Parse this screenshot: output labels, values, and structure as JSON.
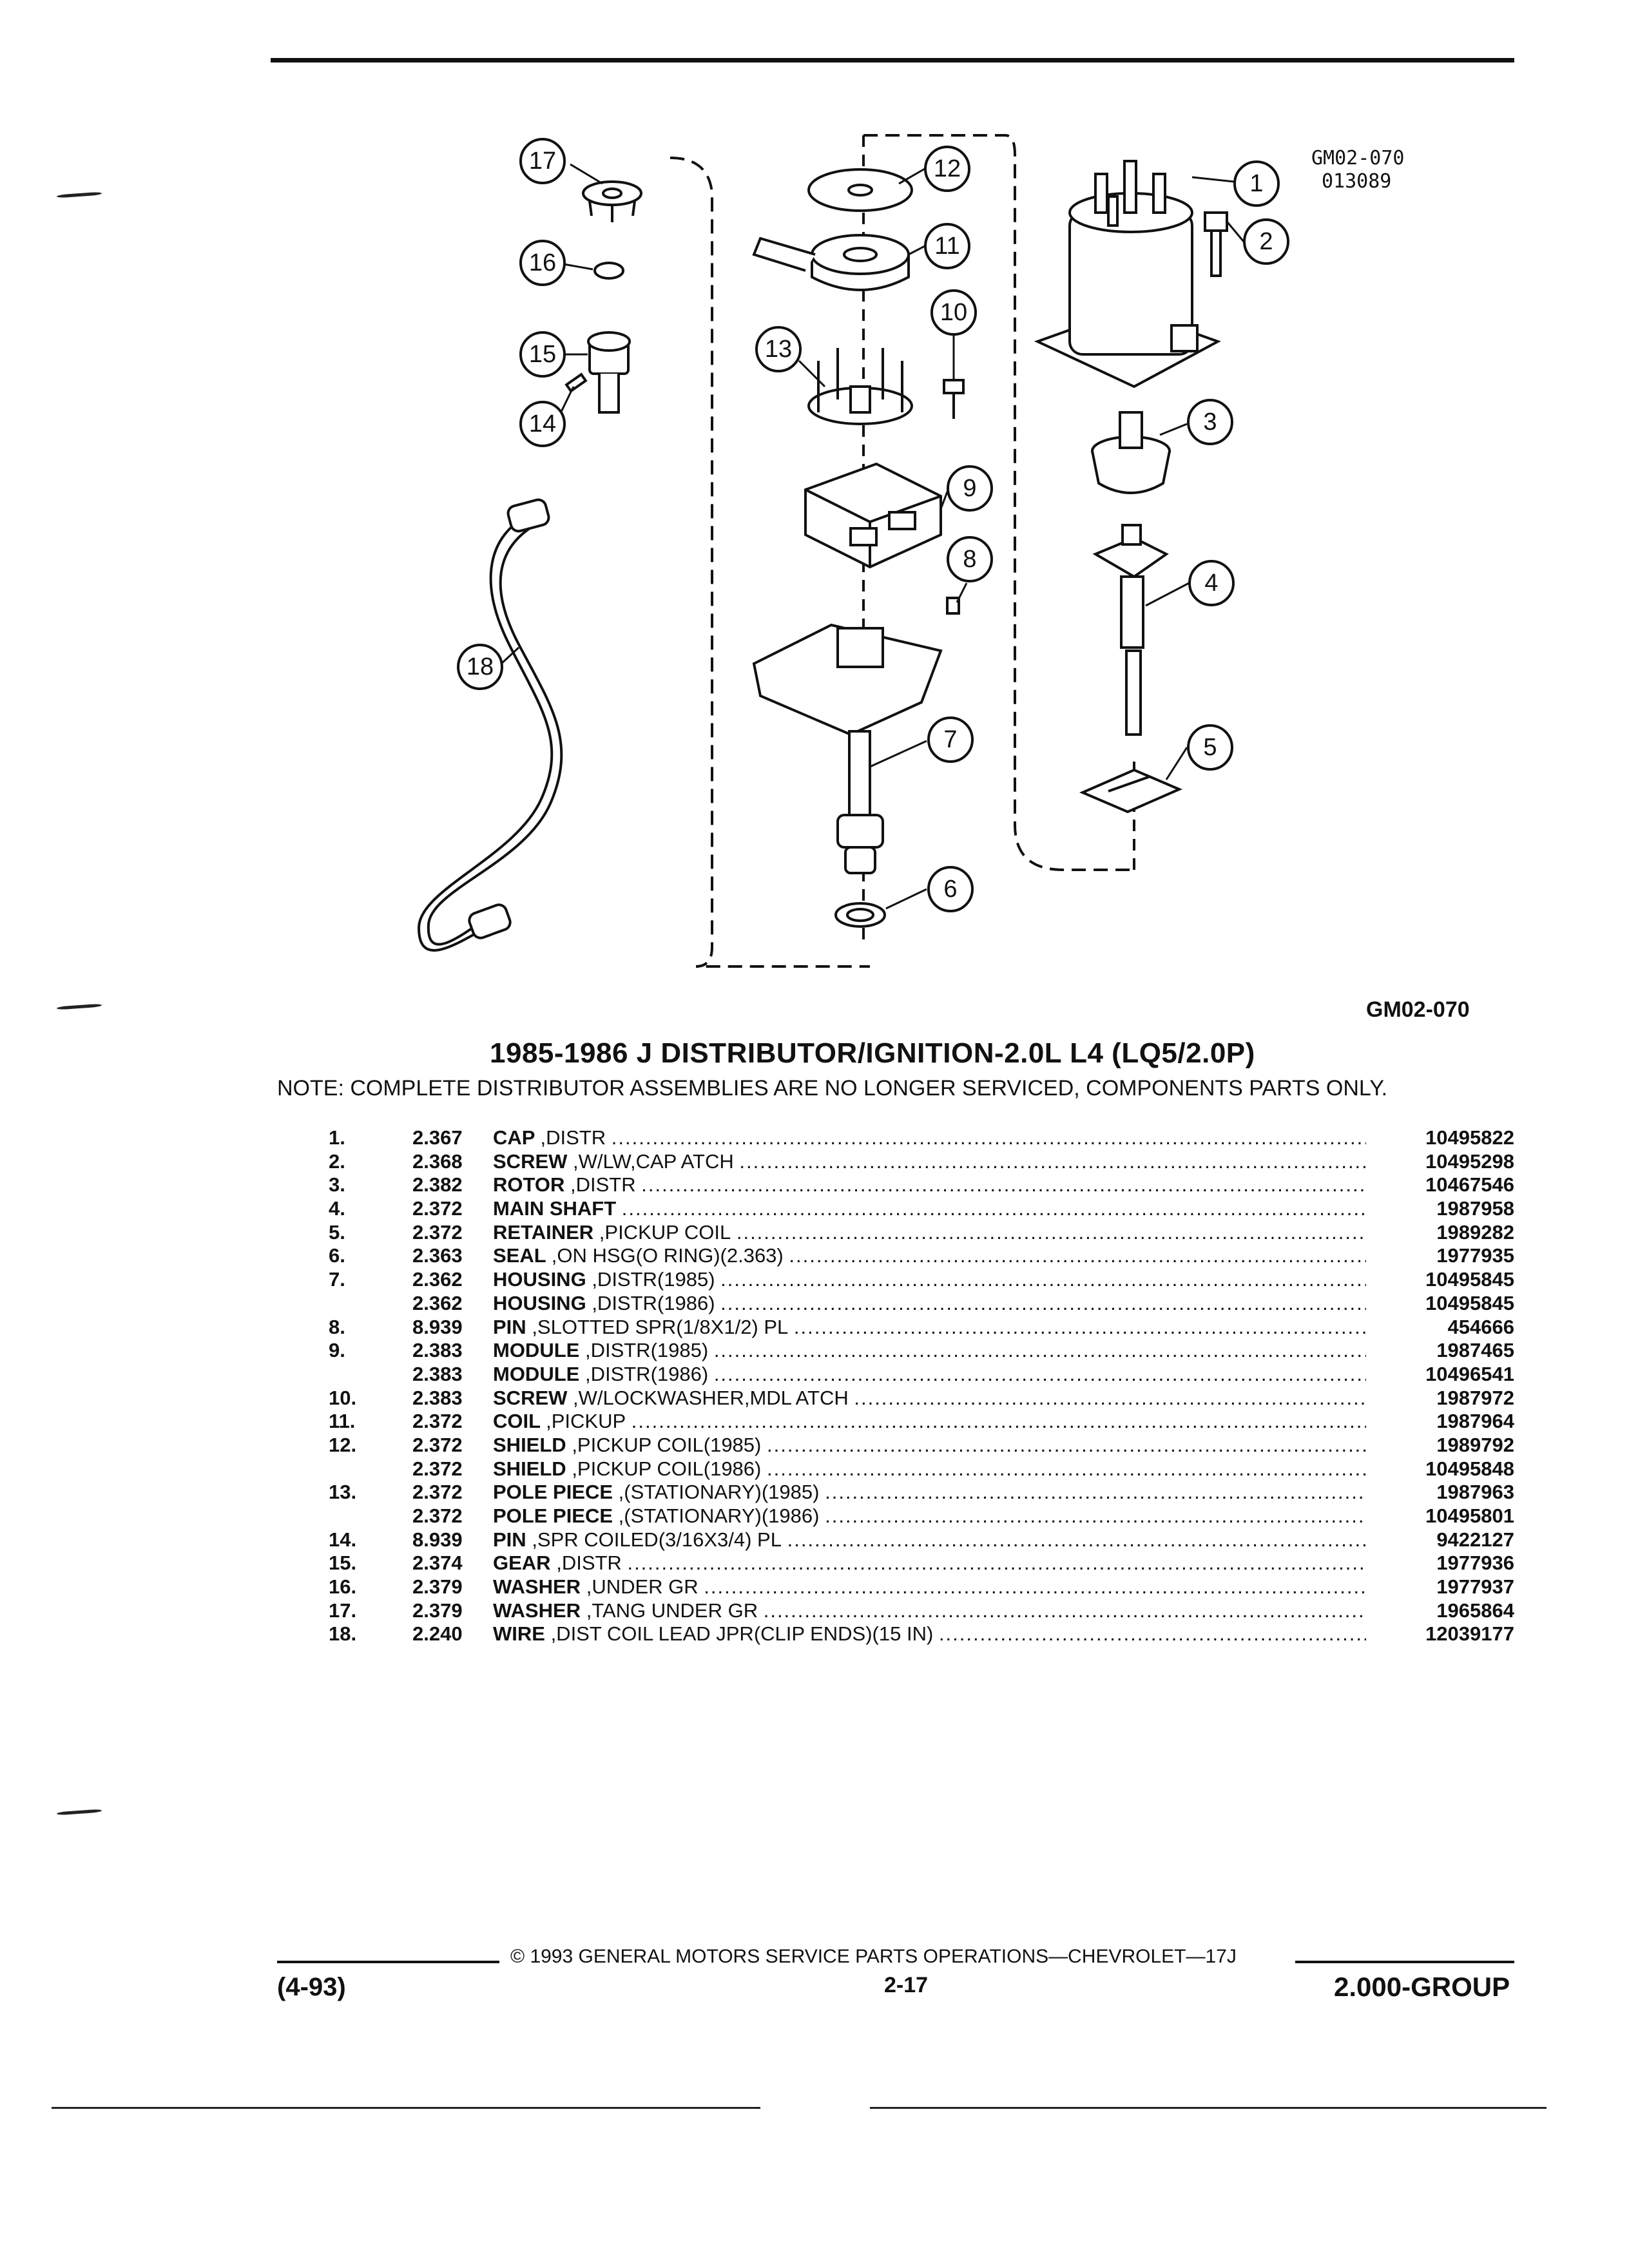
{
  "diagram": {
    "code_top_line1": "GM02-070",
    "code_top_line2": "013089",
    "code_bottom": "GM02-070",
    "callouts": [
      "1",
      "2",
      "3",
      "4",
      "5",
      "6",
      "7",
      "8",
      "9",
      "10",
      "11",
      "12",
      "13",
      "14",
      "15",
      "16",
      "17",
      "18"
    ]
  },
  "title": "1985-1986 J DISTRIBUTOR/IGNITION-2.0L L4 (LQ5/2.0P)",
  "note": "NOTE:  COMPLETE DISTRIBUTOR ASSEMBLIES ARE NO LONGER SERVICED, COMPONENTS PARTS ONLY.",
  "parts": [
    {
      "no": "1.",
      "group": "2.367",
      "name": "CAP",
      "detail": ",DISTR",
      "pn": "10495822"
    },
    {
      "no": "2.",
      "group": "2.368",
      "name": "SCREW",
      "detail": ",W/LW,CAP ATCH",
      "pn": "10495298"
    },
    {
      "no": "3.",
      "group": "2.382",
      "name": "ROTOR",
      "detail": ",DISTR",
      "pn": "10467546"
    },
    {
      "no": "4.",
      "group": "2.372",
      "name": "MAIN SHAFT",
      "detail": "",
      "pn": "1987958"
    },
    {
      "no": "5.",
      "group": "2.372",
      "name": "RETAINER",
      "detail": ",PICKUP COIL",
      "pn": "1989282"
    },
    {
      "no": "6.",
      "group": "2.363",
      "name": "SEAL",
      "detail": ",ON HSG(O RING)(2.363)",
      "pn": "1977935"
    },
    {
      "no": "7.",
      "group": "2.362",
      "name": "HOUSING",
      "detail": ",DISTR(1985)",
      "pn": "10495845"
    },
    {
      "no": "",
      "group": "2.362",
      "name": "HOUSING",
      "detail": ",DISTR(1986)",
      "pn": "10495845"
    },
    {
      "no": "8.",
      "group": "8.939",
      "name": "PIN",
      "detail": ",SLOTTED SPR(1/8X1/2) PL",
      "pn": "454666"
    },
    {
      "no": "9.",
      "group": "2.383",
      "name": "MODULE",
      "detail": ",DISTR(1985)",
      "pn": "1987465"
    },
    {
      "no": "",
      "group": "2.383",
      "name": "MODULE",
      "detail": ",DISTR(1986)",
      "pn": "10496541"
    },
    {
      "no": "10.",
      "group": "2.383",
      "name": "SCREW",
      "detail": ",W/LOCKWASHER,MDL ATCH",
      "pn": "1987972"
    },
    {
      "no": "11.",
      "group": "2.372",
      "name": "COIL",
      "detail": ",PICKUP",
      "pn": "1987964"
    },
    {
      "no": "12.",
      "group": "2.372",
      "name": "SHIELD",
      "detail": ",PICKUP COIL(1985)",
      "pn": "1989792"
    },
    {
      "no": "",
      "group": "2.372",
      "name": "SHIELD",
      "detail": ",PICKUP COIL(1986)",
      "pn": "10495848"
    },
    {
      "no": "13.",
      "group": "2.372",
      "name": "POLE PIECE",
      "detail": ",(STATIONARY)(1985)",
      "pn": "1987963"
    },
    {
      "no": "",
      "group": "2.372",
      "name": "POLE PIECE",
      "detail": ",(STATIONARY)(1986)",
      "pn": "10495801"
    },
    {
      "no": "14.",
      "group": "8.939",
      "name": "PIN",
      "detail": ",SPR COILED(3/16X3/4) PL",
      "pn": "9422127"
    },
    {
      "no": "15.",
      "group": "2.374",
      "name": "GEAR",
      "detail": ",DISTR",
      "pn": "1977936"
    },
    {
      "no": "16.",
      "group": "2.379",
      "name": "WASHER",
      "detail": ",UNDER GR",
      "pn": "1977937"
    },
    {
      "no": "17.",
      "group": "2.379",
      "name": "WASHER",
      "detail": ",TANG UNDER GR",
      "pn": "1965864"
    },
    {
      "no": "18.",
      "group": "2.240",
      "name": "WIRE",
      "detail": ",DIST COIL LEAD JPR(CLIP ENDS)(15 IN)",
      "pn": "12039177"
    }
  ],
  "footer": {
    "copyright": "© 1993  GENERAL MOTORS SERVICE PARTS OPERATIONS—CHEVROLET—17J",
    "date_code": "(4-93)",
    "page": "2-17",
    "group": "2.000-GROUP"
  }
}
